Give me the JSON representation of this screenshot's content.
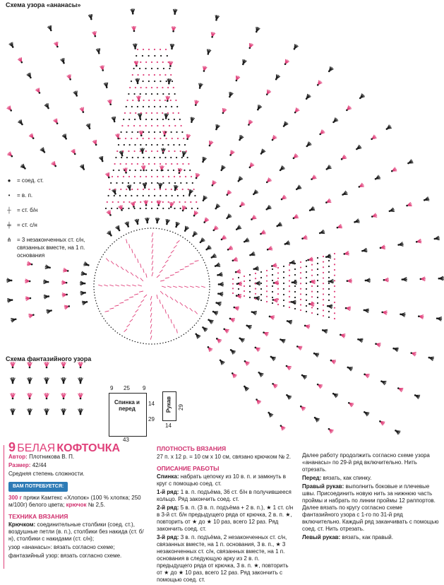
{
  "chart_labels": {
    "pineapple_title": "Схема узора «ананасы»",
    "fancy_title": "Схема фантазийного узора"
  },
  "legend": [
    {
      "icon": "dot-icon",
      "text": "= соед. ст."
    },
    {
      "icon": "oval-icon",
      "text": "= в. п."
    },
    {
      "icon": "single-crochet-icon",
      "text": "= ст. б/н"
    },
    {
      "icon": "double-crochet-icon",
      "text": "= ст. с/н"
    },
    {
      "icon": "cluster-icon",
      "text": "= 3 незаконченных ст. с/н, связанных вместе, на 1 п. основания"
    }
  ],
  "schematic": {
    "back": {
      "label": "Спинка и перед",
      "top_left": "9",
      "top_mid": "25",
      "top_right": "9",
      "side_a": "14",
      "side_b": "29",
      "bottom": "43"
    },
    "sleeve": {
      "label": "Рукав",
      "right": "29",
      "bottom": "14"
    }
  },
  "article": {
    "number": "9",
    "title_light": "БЕЛАЯ",
    "title_bold": "КОФТОЧКА",
    "author_label": "Автор:",
    "author": "Плотникова В. П.",
    "size_label": "Размер:",
    "size": "42/44",
    "difficulty": "Средняя степень сложности.",
    "needs_badge": "ВАМ ПОТРЕБУЕТСЯ:",
    "yarn_bold": "300 г",
    "yarn": "пряжи Камтекс «Хлопок» (100 % хлопка; 250 м/100г) белого цвета;",
    "hook_label": "крючок",
    "hook": "№ 2,5.",
    "technique_heading": "ТЕХНИКА ВЯЗАНИЯ",
    "technique_label": "Крючком:",
    "technique": "соединительные столбики (соед. ст.), воздушные петли (в. п.), столбики без накида (ст. б/н), столбики с накидами (ст. с/н);",
    "pattern1": "узор «ананасы»: вязать согласно схеме;",
    "pattern2": "фантазийный узор: вязать согласно схеме."
  },
  "density": {
    "heading": "ПЛОТНОСТЬ ВЯЗАНИЯ",
    "text": "27 п. х 12 р. = 10 см х 10 см, связано крючком № 2."
  },
  "description": {
    "heading": "ОПИСАНИЕ РАБОТЫ",
    "back_label": "Спинка:",
    "back_text": "набрать цепочку из 10 в. п. и замкнуть в круг с помощью соед. ст.",
    "row1_label": "1-й ряд:",
    "row1_text": "1 в. п. подъёма, 36 ст. б/н в получившееся кольцо. Ряд закончить соед. ст.",
    "row2_label": "2-й ряд:",
    "row2_text": "5 в. п. (3 в. п. подъёма + 2 в. п.), ★ 1 ст. с/н в 3-й ст. б/н предыдущего ряда от крючка, 2 в. п. ★, повторить от ★ до ★ 10 раз, всего 12 раз. Ряд закончить соед. ст.",
    "row3_label": "3-й ряд:",
    "row3_text": "3 в. п. подъёма, 2 незаконченных ст. с/н, связанных вместе, на 1 п. основания, 3 в. п., ★ 3 незаконченных ст. с/н, связанных вместе, на 1 п. основания в следующую арку из 2 в. п. предыдущего ряда от крючка, 3 в. п. ★, повторить от ★ до ★ 10 раз, всего 12 раз. Ряд закончить с помощью соед. ст."
  },
  "continuation": {
    "p1": "Далее работу продолжить согласно схеме узора «ананасы» по 29-й ряд включительно. Нить отрезать.",
    "front_label": "Перед:",
    "front": "вязать, как спинку.",
    "right_label": "Правый рукав:",
    "right": "выполнить боковые и плечевые швы. Присоединить новую нить за нижнюю часть проймы и набрать по линии проймы 12 раппортов. Далее вязать по кругу согласно схеме фантазийного узора с 1-го по 31-й ряд включительно. Каждый ряд заканчивать с помощью соед. ст. Нить отрезать.",
    "left_label": "Левый рукав:",
    "left": "вязать, как правый."
  },
  "colors": {
    "accent_pink": "#e0407a",
    "ink": "#1a1a1a",
    "badge_blue": "#2d7bb6"
  }
}
